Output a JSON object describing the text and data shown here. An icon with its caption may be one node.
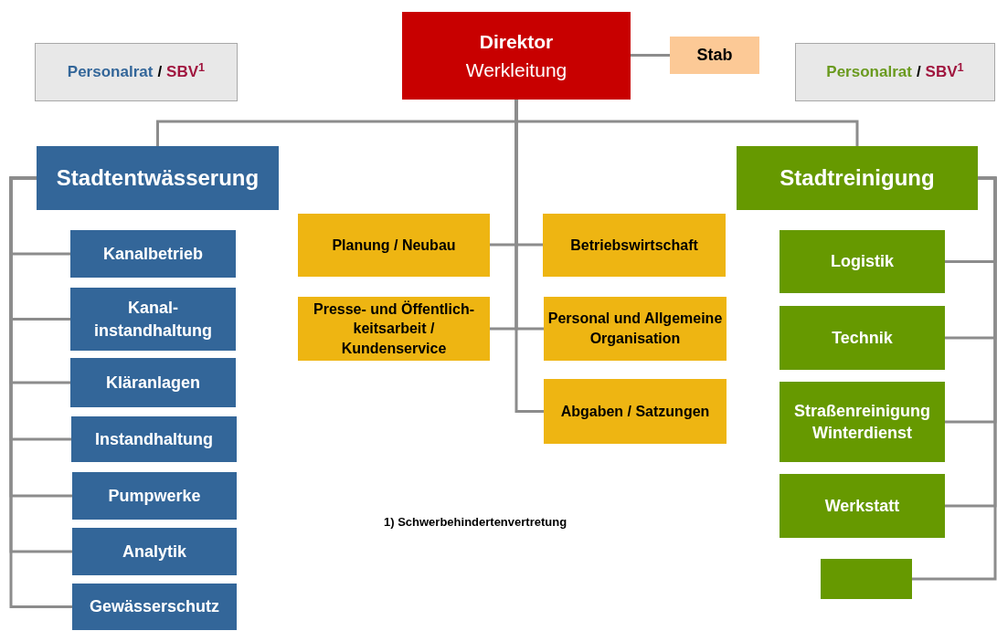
{
  "diagram": {
    "nodes": [
      {
        "text": [
          "Personalrat",
          "/",
          "SBV$^{1}$"
        ]
      },
      {
        "text": [
          "Direktor",
          "Werkleitung"
        ]
      },
      {
        "text": [
          "Stab"
        ]
      },
      {
        "text": [
          "Personalrat",
          "/",
          "SBV$^{1}$"
        ]
      },
      {
        "text": [
          "Stadtentwässerung"
        ]
      },
      {
        "text": [
          "Kanalbetrieb"
        ]
      },
      {
        "text": [
          "Kanal- instandhaltung"
        ]
      },
      {
        "text": [
          "Kläranlagen"
        ]
      },
      {
        "text": [
          "Instandhaltung"
        ]
      },
      {
        "text": [
          "Pumpwerke"
        ]
      },
      {
        "text": [
          "Analytik"
        ]
      },
      {
        "text": [
          "Gewässerschutz"
        ]
      },
      {
        "text": [
          "Planung / Neubau"
        ]
      },
      {
        "text": [
          "Betriebswirtschaft"
        ]
      },
      {
        "text": [
          "Presse- und Öffentlich- keitsarbeit / Kundenservice"
        ]
      },
      {
        "text": [
          "Personal und Allgemeine Organisation"
        ]
      },
      {
        "text": [
          "Abgaben / Satzungen"
        ]
      },
      {
        "text": [
          "Stadtreinigung"
        ]
      },
      {
        "text": [
          "Logistik"
        ]
      },
      {
        "text": [
          "Technik"
        ]
      },
      {
        "text": [
          "Straßenreinigung Winterdienst"
        ]
      },
      {
        "text": [
          "Werkstatt"
        ]
      },
      {
        "text": [],
        "shape": "box"
      }
    ],
    "edges": [
      {
        "from": 1,
        "to": 2,
        "arrow": "none"
      },
      {
        "from": 1,
        "to": 4,
        "arrow": "none"
      },
      {
        "from": 1,
        "to": 17,
        "arrow": "none"
      },
      {
        "from": 1,
        "to": 12,
        "arrow": "none"
      },
      {
        "from": 1,
        "to": 13,
        "arrow": "none"
      },
      {
        "from": 1,
        "to": 14,
        "arrow": "none"
      },
      {
        "from": 1,
        "to": 15,
        "arrow": "none"
      },
      {
        "from": 1,
        "to": 16,
        "arrow": "none"
      },
      {
        "from": 4,
        "to": 5,
        "arrow": "none"
      },
      {
        "from": 4,
        "to": 6,
        "arrow": "none"
      },
      {
        "from": 4,
        "to": 7,
        "arrow": "none"
      },
      {
        "from": 4,
        "to": 8,
        "arrow": "none"
      },
      {
        "from": 4,
        "to": 9,
        "arrow": "none"
      },
      {
        "from": 4,
        "to": 10,
        "arrow": "none"
      },
      {
        "from": 4,
        "to": 11,
        "arrow": "none"
      },
      {
        "from": 17,
        "to": 18,
        "arrow": "none"
      },
      {
        "from": 17,
        "to": 19,
        "arrow": "none"
      },
      {
        "from": 17,
        "to": 20,
        "arrow": "none"
      },
      {
        "from": 17,
        "to": 21,
        "arrow": "none"
      },
      {
        "from": 17,
        "to": 22,
        "arrow": "none"
      }
    ],
    "labels": [
      "1) Schwerbehindertenvertretung"
    ]
  }
}
